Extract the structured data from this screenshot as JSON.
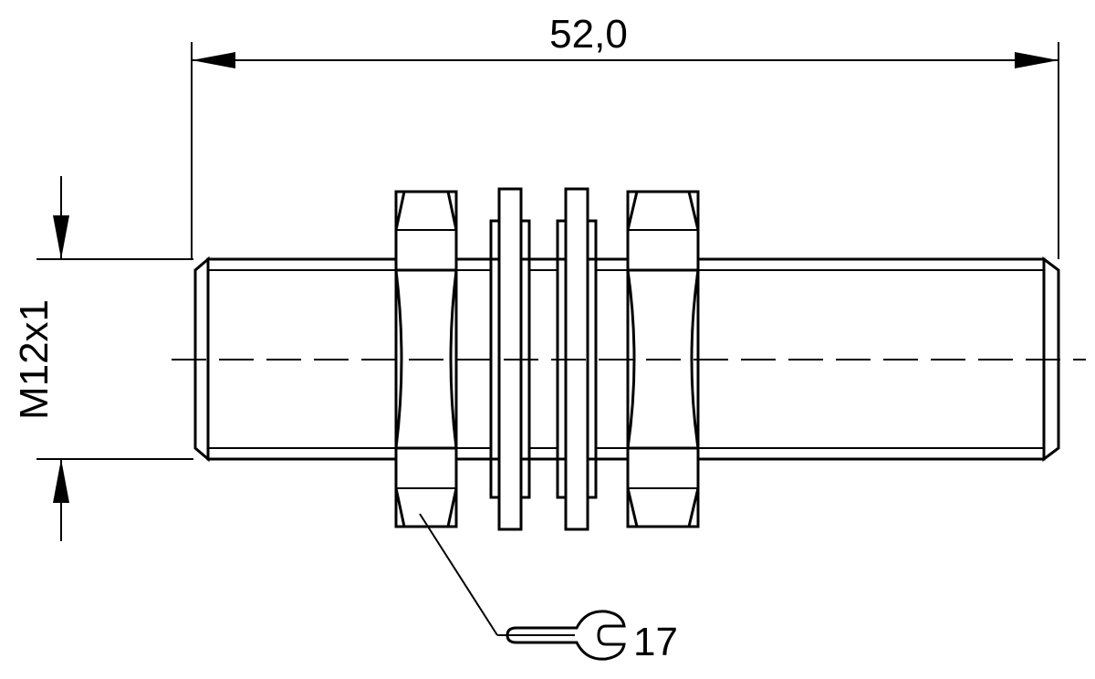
{
  "drawing": {
    "length_dimension": "52,0",
    "thread_dimension": "M12x1",
    "wrench_size": "17"
  }
}
